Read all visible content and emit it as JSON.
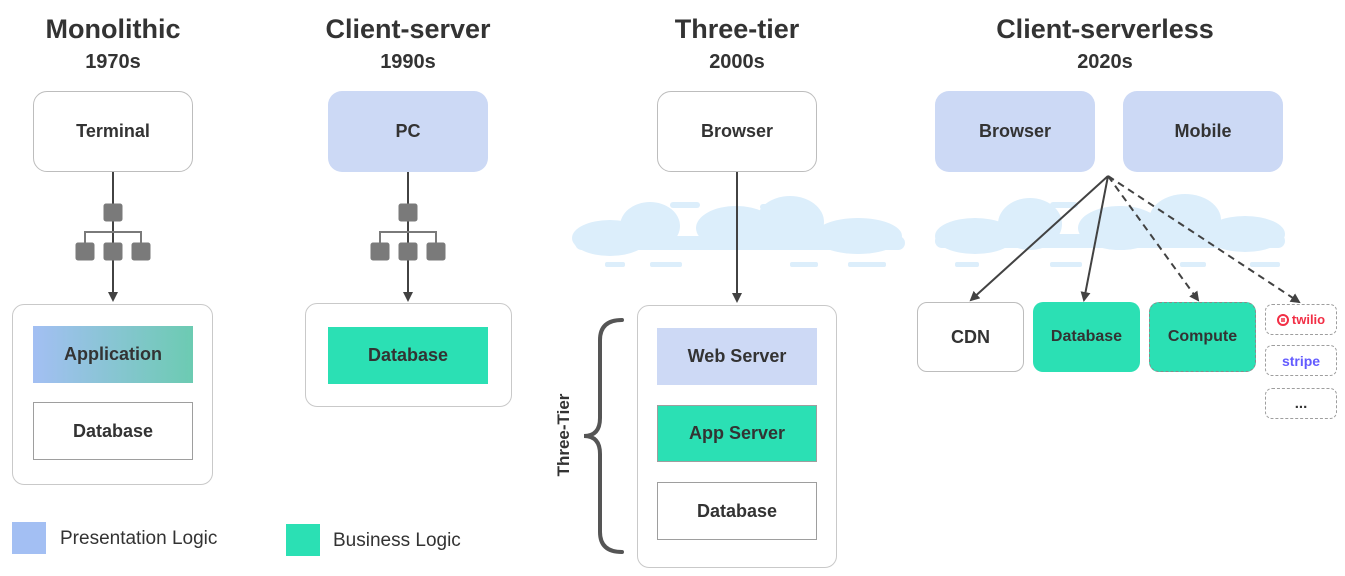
{
  "columns": [
    {
      "title": "Monolithic",
      "era": "1970s"
    },
    {
      "title": "Client-server",
      "era": "1990s"
    },
    {
      "title": "Three-tier",
      "era": "2000s"
    },
    {
      "title": "Client-serverless",
      "era": "2020s"
    }
  ],
  "monolithic": {
    "client": "Terminal",
    "layers": [
      "Application",
      "Database"
    ]
  },
  "client_server": {
    "client": "PC",
    "layers": [
      "Database"
    ]
  },
  "three_tier": {
    "client": "Browser",
    "bracket_label": "Three-Tier",
    "layers": [
      "Web Server",
      "App Server",
      "Database"
    ]
  },
  "client_serverless": {
    "clients": [
      "Browser",
      "Mobile"
    ],
    "services": [
      "CDN",
      "Database",
      "Compute"
    ],
    "providers": [
      "twilio",
      "stripe",
      "..."
    ]
  },
  "legend": [
    {
      "label": "Presentation Logic",
      "color": "#a3bff3"
    },
    {
      "label": "Business Logic",
      "color": "#2be0b4"
    }
  ],
  "colors": {
    "presentation": "#ccd9f5",
    "business": "#2be0b4",
    "cloud": "#dceefb",
    "twilio": "#f22f46",
    "stripe": "#635bff"
  },
  "icons": [
    "hierarchy-icon",
    "cloud-icon",
    "twilio-logo",
    "stripe-logo"
  ]
}
